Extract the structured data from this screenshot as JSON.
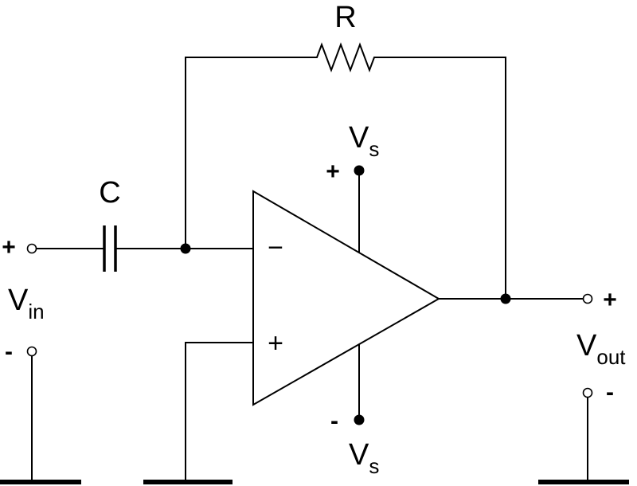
{
  "components": {
    "resistor": {
      "label": "R"
    },
    "capacitor": {
      "label": "C"
    }
  },
  "input": {
    "label_main": "V",
    "label_sub": "in",
    "plus": "+",
    "minus": "-"
  },
  "output": {
    "label_main": "V",
    "label_sub": "out",
    "plus": "+",
    "minus": "-"
  },
  "supply": {
    "top_main": "V",
    "top_sub": "s",
    "top_sign": "+",
    "bottom_main": "V",
    "bottom_sub": "s",
    "bottom_sign": "-"
  },
  "opamp": {
    "inverting": "−",
    "noninverting": "+"
  }
}
